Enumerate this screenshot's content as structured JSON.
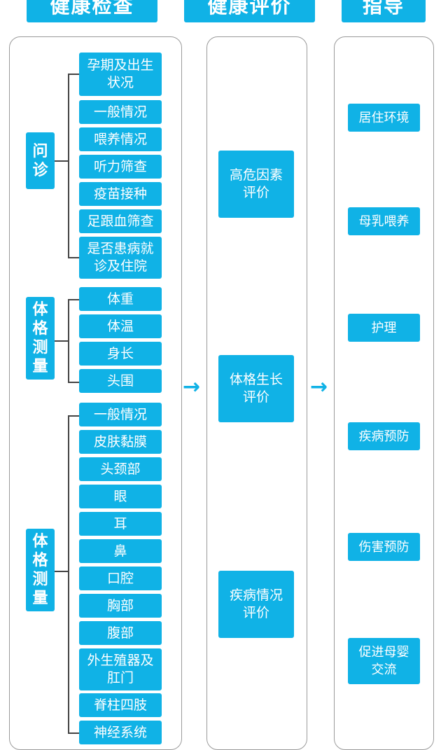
{
  "headers": {
    "exam": "健康检查",
    "eval": "健康评价",
    "guide": "指导"
  },
  "exam": {
    "inquiry_label": "问诊",
    "inquiry_items": [
      "孕期及出生状况",
      "一般情况",
      "喂养情况",
      "听力筛查",
      "疫苗接种",
      "足跟血筛查",
      "是否患病就诊及住院"
    ],
    "measure_label": "体格测量",
    "measure_items": [
      "体重",
      "体温",
      "身长",
      "头围"
    ],
    "physical_label": "体格测量",
    "physical_items": [
      "一般情况",
      "皮肤黏膜",
      "头颈部",
      "眼",
      "耳",
      "鼻",
      "口腔",
      "胸部",
      "腹部",
      "外生殖器及肛门",
      "脊柱四肢",
      "神经系统"
    ]
  },
  "evaluation": [
    "高危因素评价",
    "体格生长评价",
    "疾病情况评价"
  ],
  "guidance": [
    "居住环境",
    "母乳喂养",
    "护理",
    "疾病预防",
    "伤害预防",
    "促进母婴交流"
  ],
  "arrows": [
    "→",
    "→"
  ],
  "colors": {
    "accent": "#10B2E6",
    "border": "#9a9a9a",
    "connector": "#444444"
  }
}
